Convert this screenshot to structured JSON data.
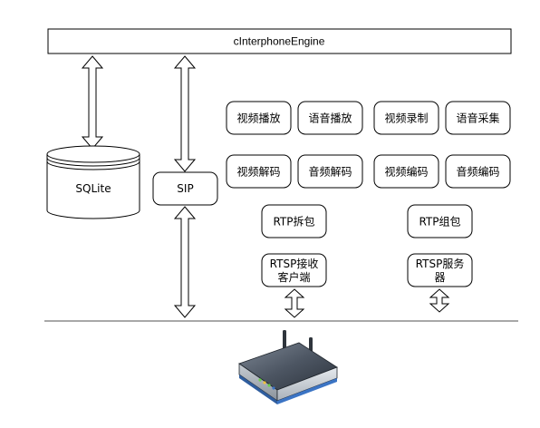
{
  "engine": {
    "label": "cInterphoneEngine"
  },
  "database": {
    "label": "SQLite"
  },
  "sip": {
    "label": "SIP"
  },
  "modules": {
    "video_play": "视频播放",
    "audio_play": "语音播放",
    "video_record": "视频录制",
    "audio_capture": "语音采集",
    "video_decode": "视频解码",
    "audio_decode": "音频解码",
    "video_encode": "视频编码",
    "audio_encode": "音频编码",
    "rtp_unpack": "RTP拆包",
    "rtp_pack": "RTP组包",
    "rtsp_client_line1": "RTSP接收",
    "rtsp_client_line2": "客户端",
    "rtsp_server_line1": "RTSP服务",
    "rtsp_server_line2": "器"
  },
  "icons": {
    "network": "router-icon"
  }
}
